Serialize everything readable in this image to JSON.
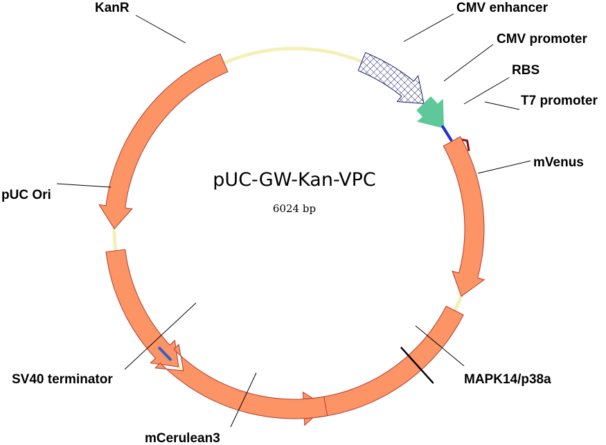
{
  "plasmid": {
    "name": "pUC-GW-Kan-VPC",
    "size_label": "6024 bp"
  },
  "colors": {
    "backbone": "#f5f0b8",
    "cds_fill": "#fc9465",
    "cds_stroke": "#b03a2e",
    "promoter_fill": "#5ec89a",
    "rbs": "#1a2ee0",
    "terminator": "#2f62c8",
    "t7": "#8b0a0a",
    "mapk_marker": "#000000"
  },
  "features": [
    {
      "id": "kanr",
      "label": "KanR",
      "type": "cds",
      "start_deg": 337,
      "end_deg": 270,
      "direction": "reverse"
    },
    {
      "id": "puc-ori",
      "label": "pUC Ori",
      "type": "cds",
      "start_deg": 263,
      "end_deg": 220,
      "direction": "reverse"
    },
    {
      "id": "cmv-enhancer",
      "label": "CMV enhancer",
      "type": "enhancer",
      "start_deg": 22,
      "end_deg": 46,
      "direction": "forward"
    },
    {
      "id": "cmv-promoter",
      "label": "CMV promoter",
      "type": "promoter",
      "start_deg": 46,
      "end_deg": 56,
      "direction": "forward"
    },
    {
      "id": "rbs",
      "label": "RBS",
      "type": "rbs",
      "at_deg": 58
    },
    {
      "id": "t7-promoter",
      "label": "T7 promoter",
      "type": "t7",
      "at_deg": 62
    },
    {
      "id": "mvenus",
      "label": "mVenus",
      "type": "cds",
      "start_deg": 61,
      "end_deg": 112,
      "direction": "forward"
    },
    {
      "id": "mapk14",
      "label": "MAPK14/p38a",
      "type": "cds",
      "start_deg": 117,
      "end_deg": 170,
      "direction": "reverse"
    },
    {
      "id": "mcerulean3",
      "label": "mCerulean3",
      "type": "cds",
      "start_deg": 170,
      "end_deg": 218,
      "direction": "reverse"
    },
    {
      "id": "sv40-terminator",
      "label": "SV40 terminator",
      "type": "terminator",
      "at_deg": 226
    }
  ]
}
